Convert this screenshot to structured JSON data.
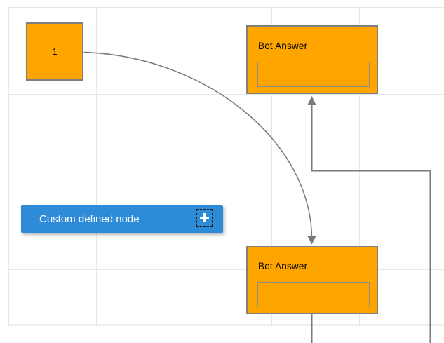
{
  "diagram": {
    "nodes": {
      "start": {
        "label": "1",
        "shape": "square",
        "fill": "#ffa500"
      },
      "bot_answer_top": {
        "title": "Bot Answer",
        "field_value": "",
        "fill": "#ffa500"
      },
      "bot_answer_bottom": {
        "title": "Bot Answer",
        "field_value": "",
        "fill": "#ffa500"
      },
      "custom": {
        "label": "Custom defined node",
        "fill": "#2d8bd8",
        "selected_handle": "add"
      }
    },
    "connections": [
      {
        "from": "start",
        "to": "bot_answer_bottom",
        "style": "curved",
        "arrow": "target"
      },
      {
        "from": "bot_answer_bottom",
        "to": "bot_answer_top",
        "style": "orthogonal",
        "arrow": "target"
      }
    ]
  },
  "icons": {
    "add": "+"
  },
  "colors": {
    "canvas_bg": "#ffffff",
    "grid_line": "#e7e7e7",
    "grid_border": "#dcdcdc",
    "node_fill": "#ffa500",
    "node_border": "#7f7f7f",
    "node_text": "#000000",
    "field_border": "#8e8e8e",
    "custom_node_fill": "#2d8bd8",
    "custom_node_text": "#ffffff",
    "connector": "#7a7a7a"
  }
}
